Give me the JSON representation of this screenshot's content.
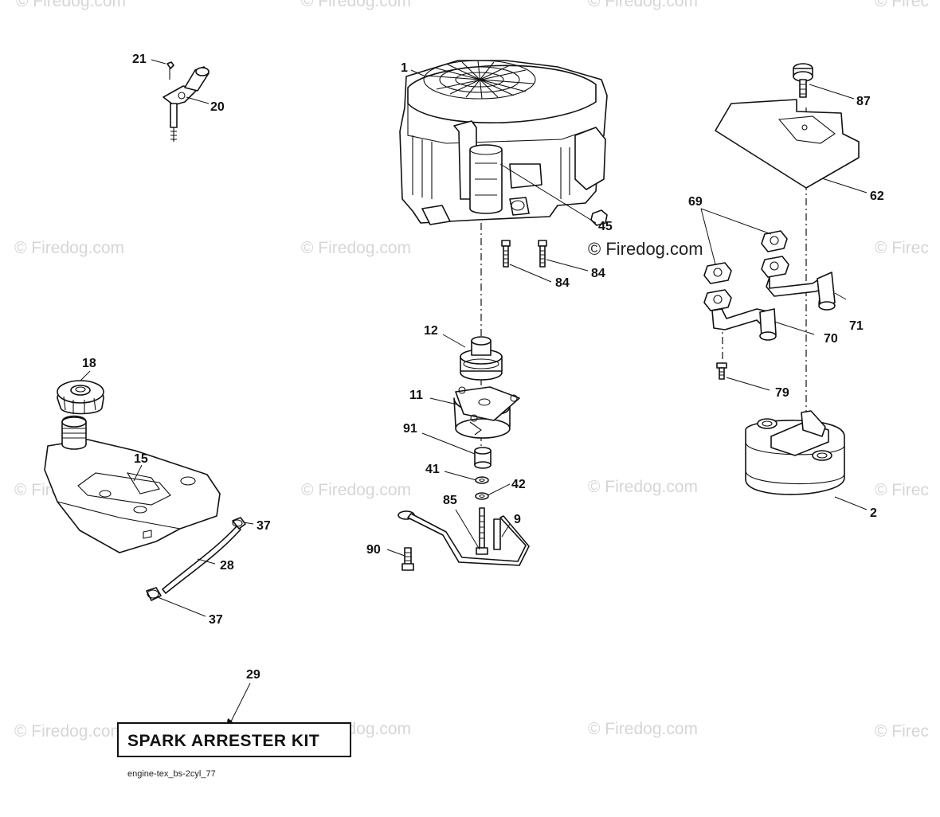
{
  "watermarks": {
    "text": "© Firedog.com",
    "partial": "© Firec",
    "center_mark": "© Firedog.com"
  },
  "callouts": {
    "c1": "1",
    "c2": "2",
    "c9": "9",
    "c11": "11",
    "c12": "12",
    "c15": "15",
    "c18": "18",
    "c20": "20",
    "c21": "21",
    "c28": "28",
    "c29": "29",
    "c37a": "37",
    "c37b": "37",
    "c41": "41",
    "c42": "42",
    "c45": "45",
    "c62": "62",
    "c69": "69",
    "c70": "70",
    "c71": "71",
    "c79": "79",
    "c84a": "84",
    "c84b": "84",
    "c85": "85",
    "c87": "87",
    "c90": "90",
    "c91": "91"
  },
  "kit_label": "SPARK ARRESTER KIT",
  "caption": "engine-tex_bs-2cyl_77"
}
